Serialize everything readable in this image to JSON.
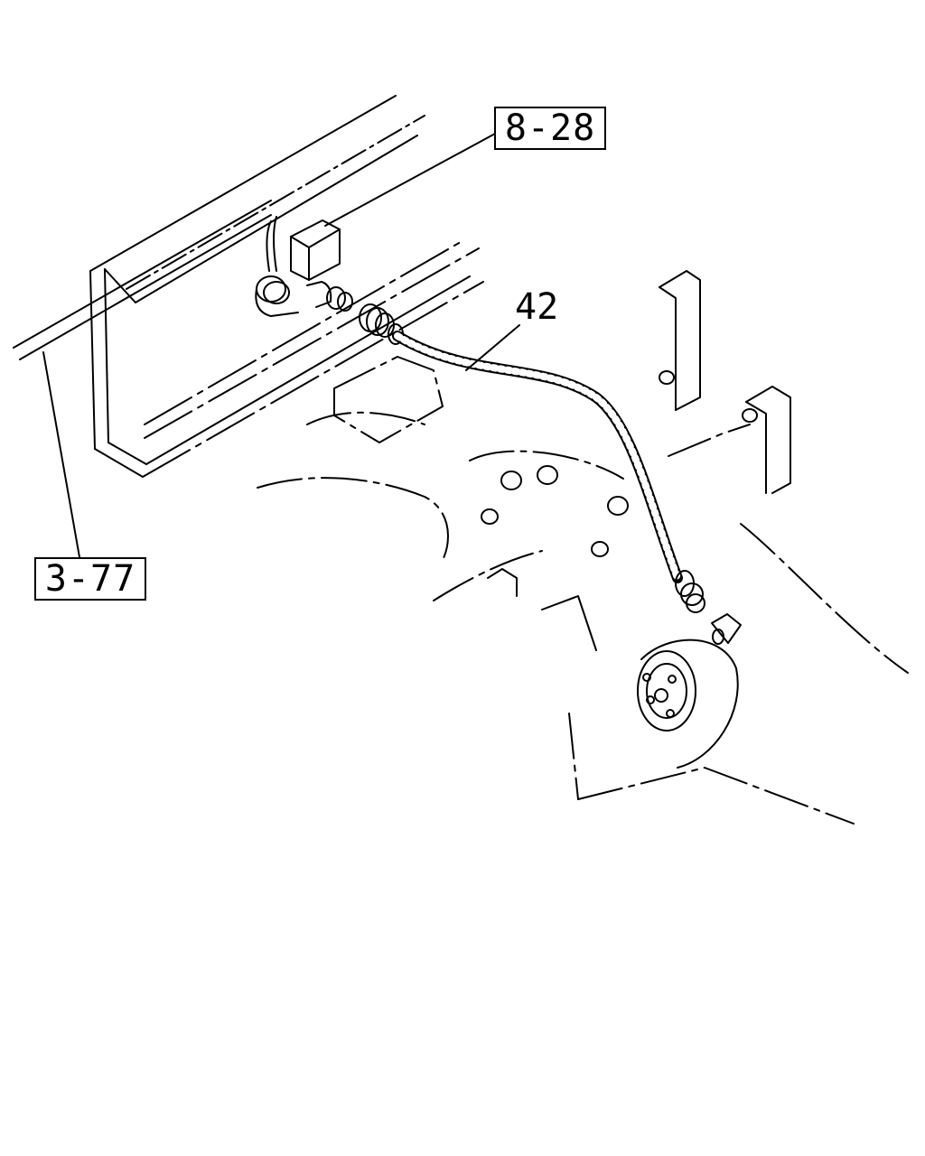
{
  "references": {
    "top_ref": "8-28",
    "left_ref": "3-77"
  },
  "callouts": {
    "part_number": "42"
  }
}
